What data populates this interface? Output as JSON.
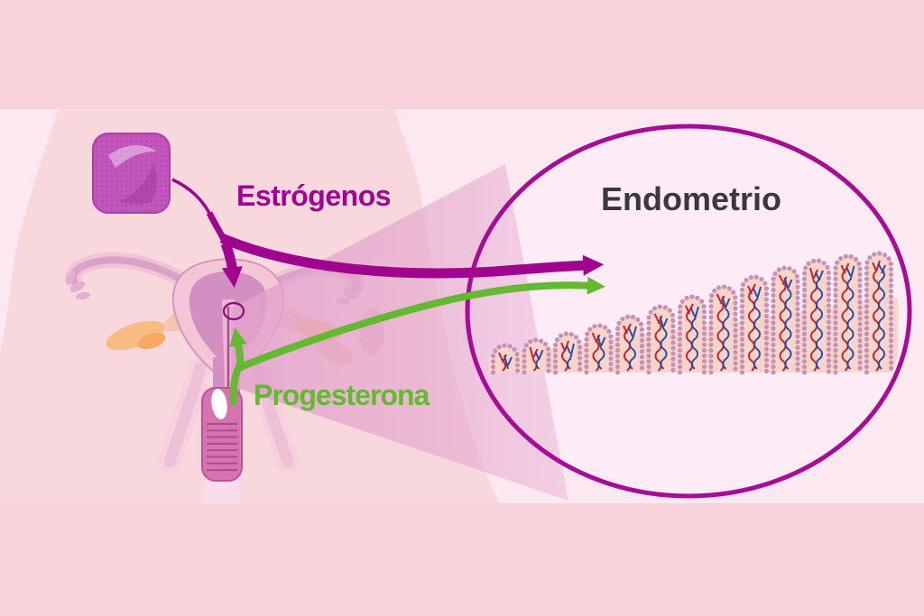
{
  "title": "Endometrio",
  "labels": {
    "estrogen": "Estrógenos",
    "progesterone": "Progesterona",
    "endometrium": "Endometrio"
  },
  "icons": {
    "hormone_patch": "rounded-square-hormone-patch",
    "magnifier_circle": "zoom-detail-circle",
    "ovulation_spot": "small-ellipse-marker"
  },
  "colors": {
    "estrogen": "#a0048f",
    "progesterone": "#63b930",
    "endometrium_title": "#3b383c",
    "circle_border": "#a60d96",
    "background": "#f8d2da",
    "background_light": "#fce8f0",
    "body_silhouette": "#f9d8dd",
    "circle_fill": "#fdebf6",
    "zoom_cone": "#e2a3cc",
    "patch": "#c256bd",
    "uterus_outer": "#f3c6d7",
    "uterus_inner": "#d28fc1",
    "ovary": "#f8bc82",
    "vagina": "#d873b1",
    "tissue": "#f8d4ca",
    "tissue_edge": "#c68fb5",
    "vessel_red": "#c3242b",
    "vessel_blue": "#2e4d9e"
  }
}
